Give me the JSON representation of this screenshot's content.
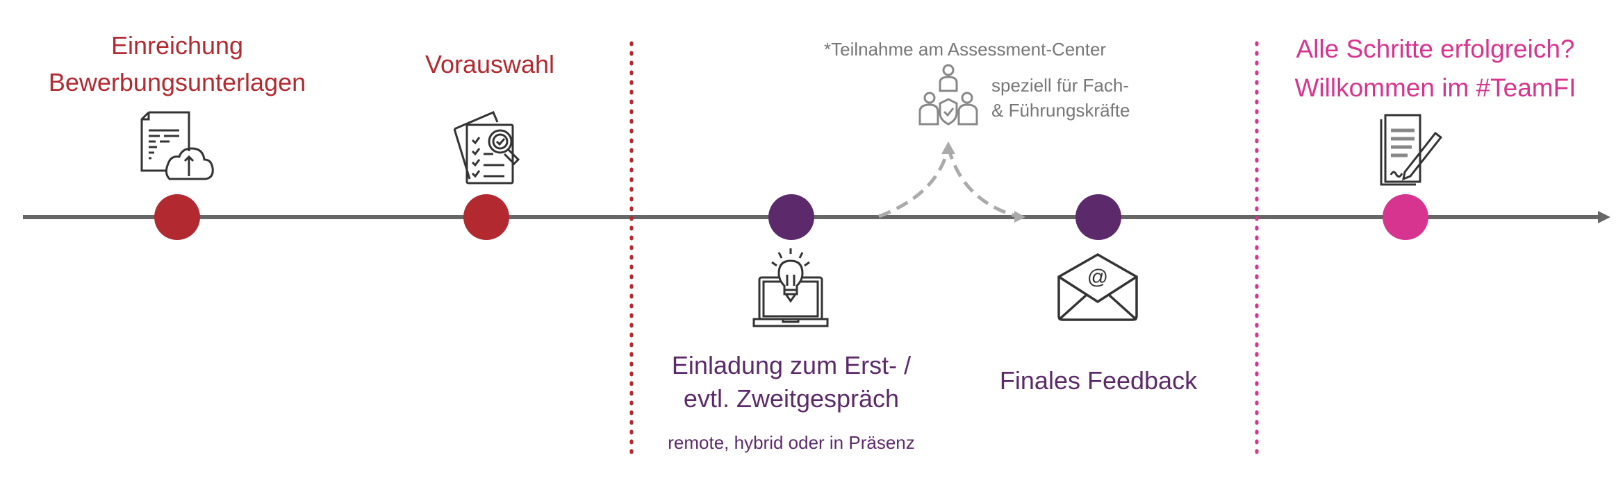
{
  "colors": {
    "red": "#b22a30",
    "purple": "#5c2a6b",
    "pink": "#d6348e",
    "line": "#666666",
    "dashed": "#aaaaaa"
  },
  "steps": [
    {
      "lines": [
        "Einreichung",
        "Bewerbungsunterlagen"
      ],
      "icon": "document-cloud-upload-icon"
    },
    {
      "lines": [
        "Vorauswahl"
      ],
      "icon": "checklist-magnifier-icon"
    },
    {
      "lines": [
        "Einladung zum Erst- /",
        "evtl. Zweitgespräch"
      ],
      "note": "remote, hybrid oder in Präsenz",
      "icon": "laptop-lightbulb-icon"
    },
    {
      "lines": [
        "Finales Feedback"
      ],
      "icon": "email-envelope-icon"
    },
    {
      "lines": [
        "Alle Schritte erfolgreich?",
        "Willkommen im #TeamFI"
      ],
      "icon": "contract-signing-icon"
    }
  ],
  "assessment": {
    "title": "*Teilnahme am Assessment-Center",
    "lines": [
      "speziell für Fach-",
      "& Führungskräfte"
    ],
    "icon": "team-group-icon"
  }
}
